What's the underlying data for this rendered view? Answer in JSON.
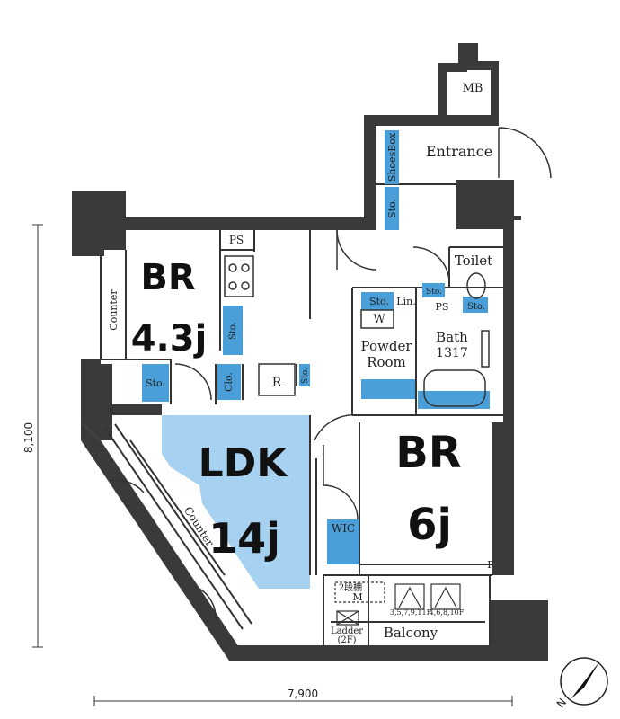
{
  "rooms": {
    "mb": "MB",
    "entrance": "Entrance",
    "shoes_box": "ShoesBox",
    "sto_entrance": "Sto.",
    "ps_kitchen": "PS",
    "br_small": "BR",
    "br_small_size": "4.3j",
    "counter_left": "Counter",
    "sto_kitchen": "Sto.",
    "sto_br_small": "Sto.",
    "clo": "Clo.",
    "r": "R",
    "sto_small": "Sto.",
    "toilet": "Toilet",
    "sto_wash": "Sto.",
    "lin": "Lin.",
    "sto_toilet": "Sto.",
    "ps_toilet": "PS",
    "sto_toilet2": "Sto.",
    "w": "W",
    "powder_room_1": "Powder",
    "powder_room_2": "Room",
    "bath": "Bath",
    "bath_size": "1317",
    "ldk": "LDK",
    "ldk_size": "14j",
    "br_large": "BR",
    "br_large_size": "6j",
    "wic": "WIC",
    "p": "P",
    "counter_diag": "Counter",
    "m_note": "2段棚",
    "m": "M",
    "note_a": "3,5,7,9,11F",
    "note_b": "4,6,8,10F",
    "ladder_1": "Ladder",
    "ladder_2": "(2F)",
    "balcony": "Balcony"
  },
  "dimensions": {
    "height": "8,100",
    "width": "7,900"
  },
  "compass": {
    "label": "N"
  },
  "colors": {
    "wall": "#3a3a3a",
    "storage": "#4a9fd8",
    "ldk_highlight": "#a7d1f0",
    "line": "#333333"
  }
}
